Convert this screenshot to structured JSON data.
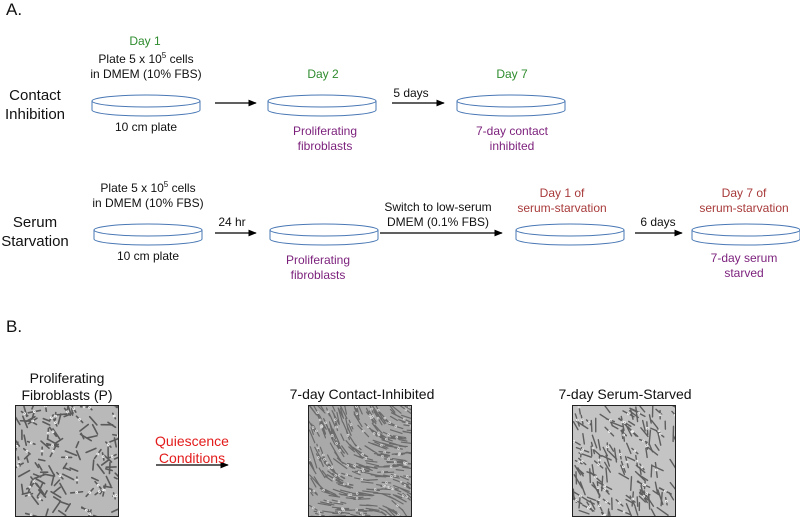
{
  "section_a": "A.",
  "section_b": "B.",
  "contact": {
    "label_line1": "Contact",
    "label_line2": "Inhibition",
    "day1": "Day 1",
    "plate_line1_pre": "Plate 5 x 10",
    "plate_exp": "5",
    "plate_line1_post": " cells",
    "plate_line2": "in DMEM (10% FBS)",
    "plate_caption": "10 cm plate",
    "day2": "Day 2",
    "prolif_line1": "Proliferating",
    "prolif_line2": "fibroblasts",
    "arrow2_label": "5 days",
    "day7": "Day 7",
    "inhib_line1": "7-day contact",
    "inhib_line2": "inhibited"
  },
  "serum": {
    "label_line1": "Serum",
    "label_line2": "Starvation",
    "plate_line1_pre": "Plate 5 x 10",
    "plate_exp": "5",
    "plate_line1_post": " cells",
    "plate_line2": "in DMEM (10% FBS)",
    "plate_caption": "10 cm plate",
    "arrow1_label": "24 hr",
    "prolif_line1": "Proliferating",
    "prolif_line2": "fibroblasts",
    "switch_line1": "Switch to low-serum",
    "switch_line2": "DMEM (0.1% FBS)",
    "day1_line1": "Day 1 of",
    "day1_line2": "serum-starvation",
    "arrow3_label": "6 days",
    "day7_line1": "Day 7 of",
    "day7_line2": "serum-starvation",
    "starved_line1": "7-day serum",
    "starved_line2": "starved"
  },
  "panel_b": {
    "prolif_line1": "Proliferating",
    "prolif_line2": "Fibroblasts (P)",
    "quiescence_line1": "Quiescence",
    "quiescence_line2": "Conditions",
    "contact_title": "7-day Contact-Inhibited",
    "serum_title": "7-day Serum-Starved"
  },
  "colors": {
    "day_green": "#2e8b2e",
    "state_purple": "#7b1f7b",
    "serum_day_brown": "#a83a3a",
    "quiescence_red": "#e31b1b",
    "dish_outline": "#4a78b5"
  }
}
